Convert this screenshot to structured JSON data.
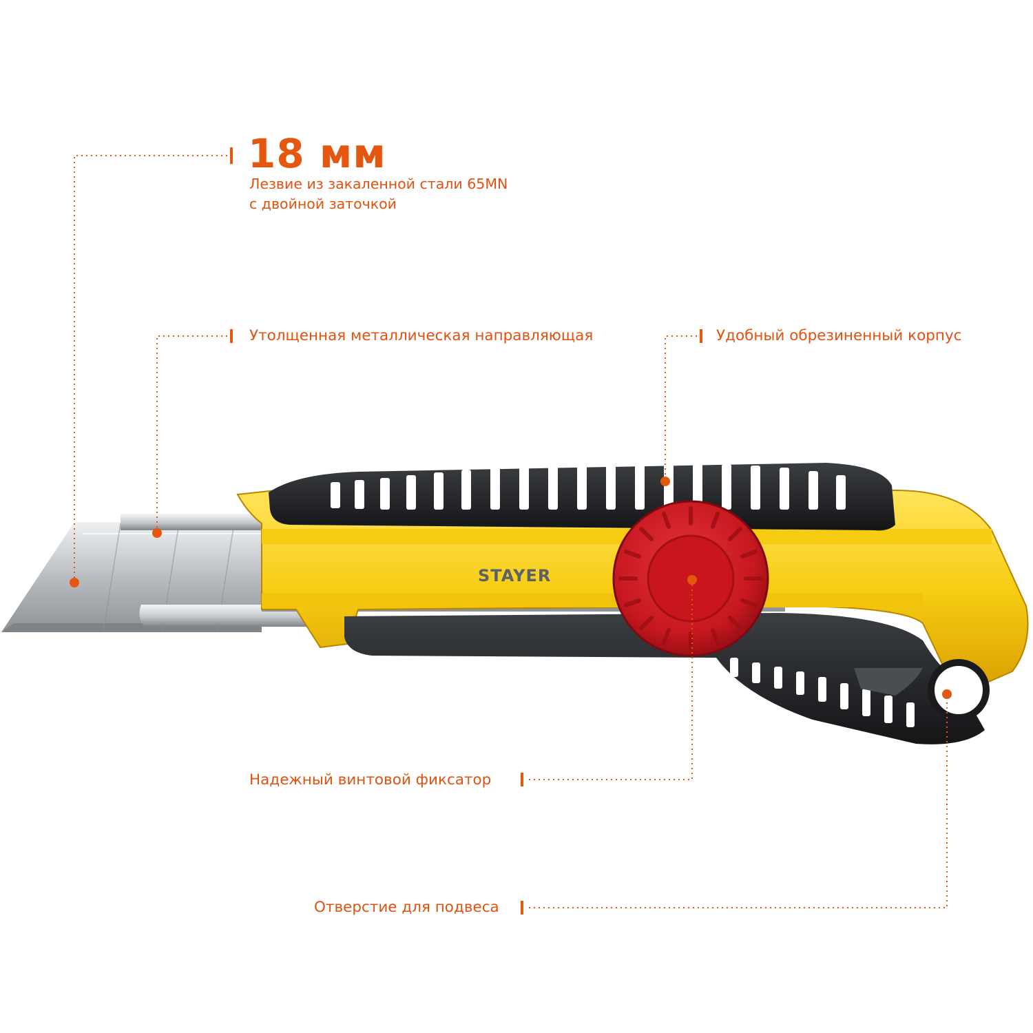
{
  "colors": {
    "accent": "#e5570f",
    "body_yellow": "#f6cc12",
    "grip_black": "#25272a",
    "wheel_red": "#c7181f",
    "blade_steel": "#c9ccd0"
  },
  "blade_feature": {
    "size": "18 мм",
    "description_line1": "Лезвие из закаленной стали 65MN",
    "description_line2": "с двойной заточкой"
  },
  "callouts": {
    "guide": "Утолщенная металлическая направляющая",
    "body": "Удобный обрезиненный корпус",
    "lock": "Надежный винтовой фиксатор",
    "hole": "Отверстие для подвеса"
  },
  "product": {
    "brand": "STAYER",
    "type": "utility-knife"
  }
}
